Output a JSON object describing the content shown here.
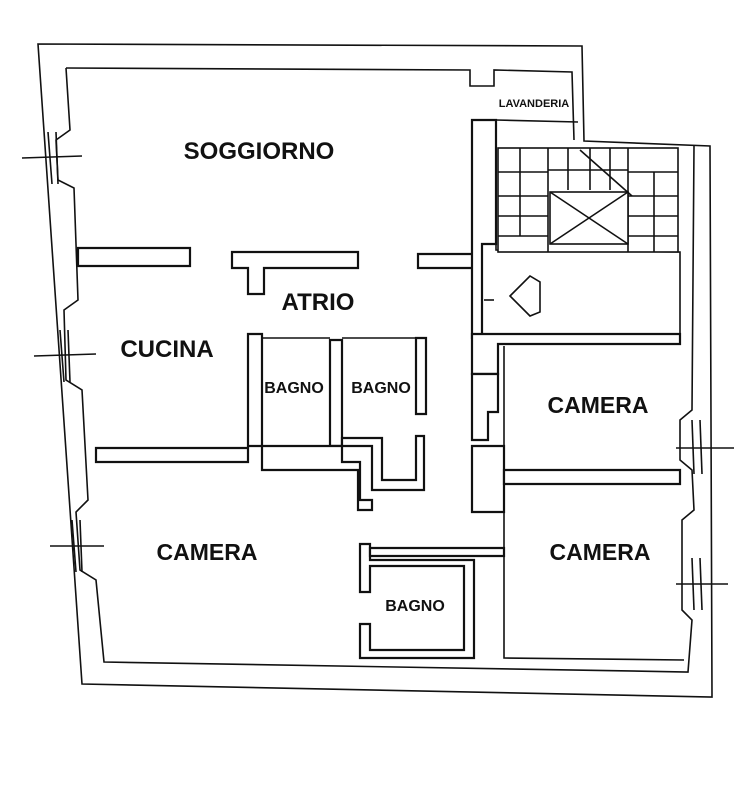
{
  "rooms": {
    "soggiorno": "SOGGIORNO",
    "lavanderia": "LAVANDERIA",
    "atrio": "ATRIO",
    "cucina": "CUCINA",
    "bagno_1": "BAGNO",
    "bagno_2": "BAGNO",
    "camera_right_top": "CAMERA",
    "camera_left": "CAMERA",
    "camera_right_bottom": "CAMERA",
    "bagno_3": "BAGNO"
  }
}
